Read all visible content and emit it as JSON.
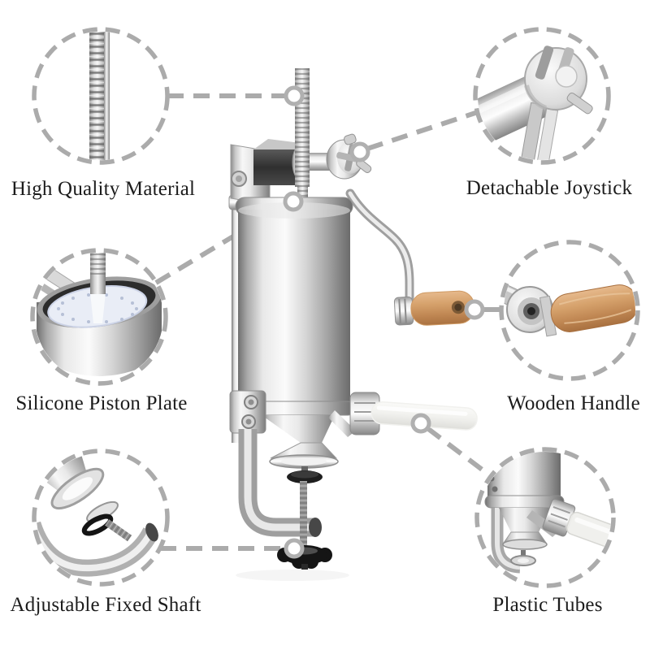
{
  "diagram": {
    "subject": "vertical sausage stuffer machine feature callouts",
    "background": "#ffffff"
  },
  "colors": {
    "dash": "#ababab",
    "text": "#1c1c1c",
    "wood": "#cf9a63",
    "silicone_plate": "#e9edf6",
    "plastic_tube": "#f1f1ee"
  },
  "features": [
    {
      "id": "high-quality-material",
      "label": "High Quality Material",
      "position": "top-left"
    },
    {
      "id": "detachable-joystick",
      "label": "Detachable Joystick",
      "position": "top-right"
    },
    {
      "id": "silicone-piston-plate",
      "label": "Silicone Piston Plate",
      "position": "middle-left"
    },
    {
      "id": "wooden-handle",
      "label": "Wooden Handle",
      "position": "middle-right"
    },
    {
      "id": "adjustable-fixed-shaft",
      "label": "Adjustable Fixed Shaft",
      "position": "bottom-left"
    },
    {
      "id": "plastic-tubes",
      "label": "Plastic Tubes",
      "position": "bottom-right"
    }
  ]
}
